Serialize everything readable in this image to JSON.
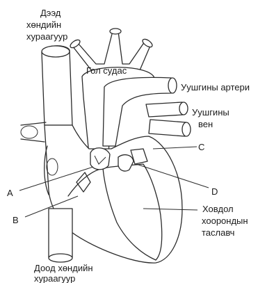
{
  "labels": {
    "svc_line1": "Дээд",
    "svc_line2": "хөндийн",
    "svc_line3": "хураагуур",
    "aorta": "Гол судас",
    "pulm_artery": "Уушгины артери",
    "pulm_vein_line1": "Уушгины",
    "pulm_vein_line2": "вен",
    "c": "C",
    "a": "A",
    "d": "D",
    "b": "B",
    "septum_line1": "Ховдол",
    "septum_line2": "хоорондын",
    "septum_line3": "таславч",
    "ivc_line1": "Доод хөндийн",
    "ivc_line2": "хураагуур"
  }
}
